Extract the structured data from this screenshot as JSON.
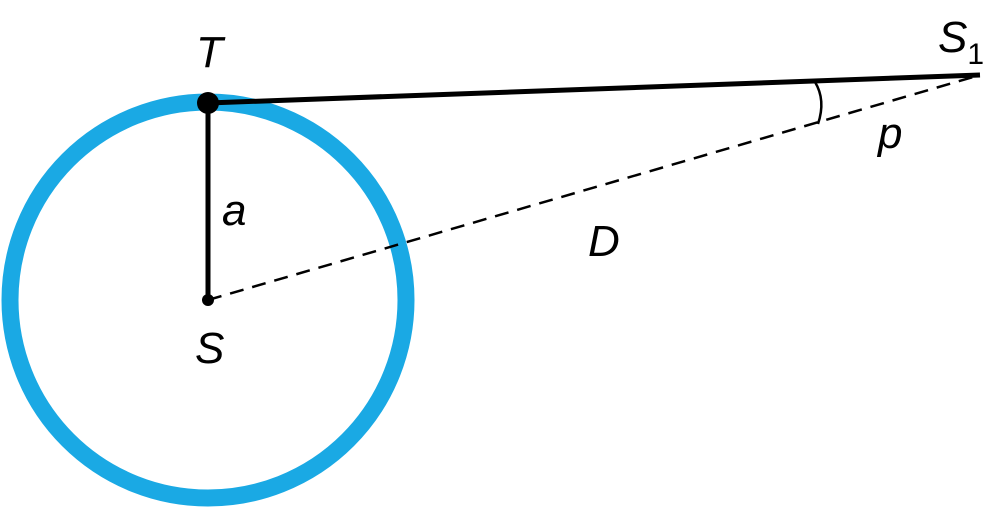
{
  "labels": {
    "T": "T",
    "S": "S",
    "S1_main": "S",
    "S1_sub": "1",
    "a": "a",
    "D": "D",
    "p": "p"
  },
  "colors": {
    "circle": "#1aa9e4",
    "ink": "#000000"
  }
}
